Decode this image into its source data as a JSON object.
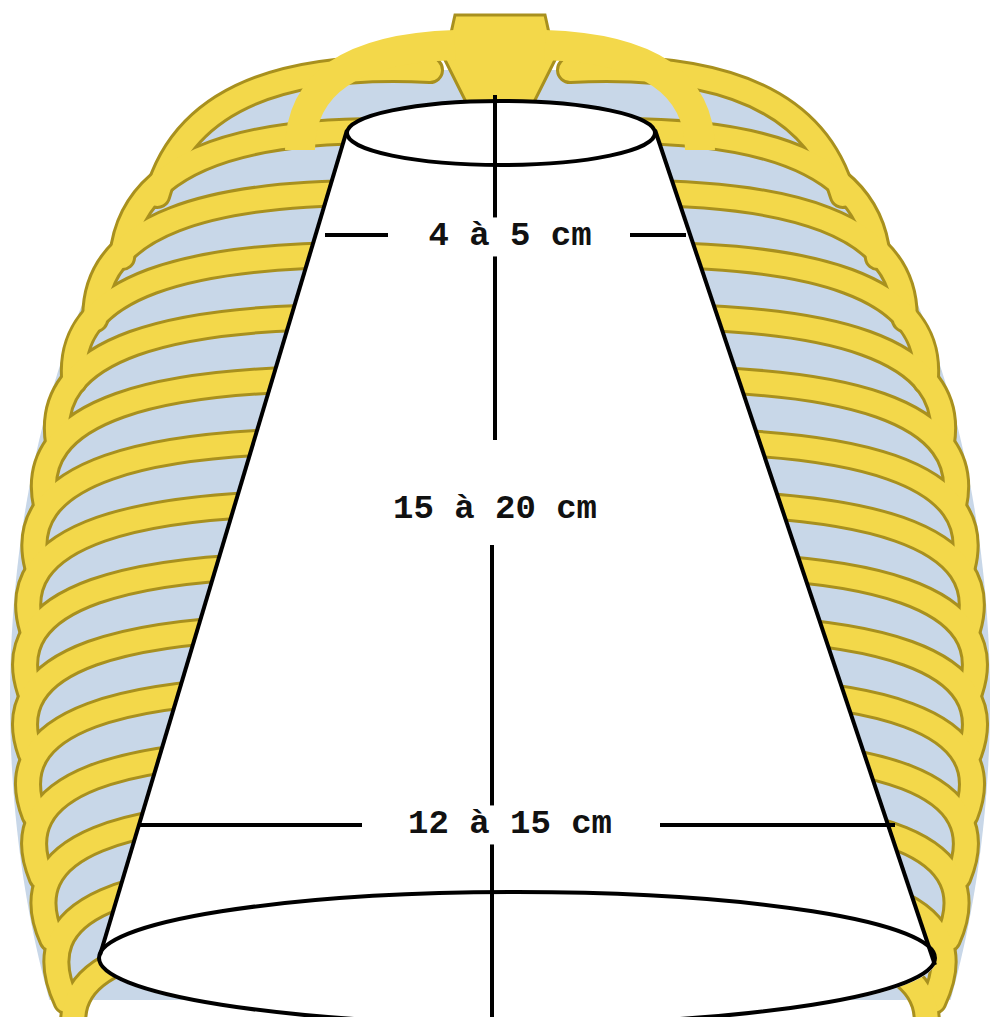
{
  "diagram": {
    "labels": [
      "4 à 5 cm",
      "15 à 20 cm",
      "12 à 15 cm"
    ]
  }
}
